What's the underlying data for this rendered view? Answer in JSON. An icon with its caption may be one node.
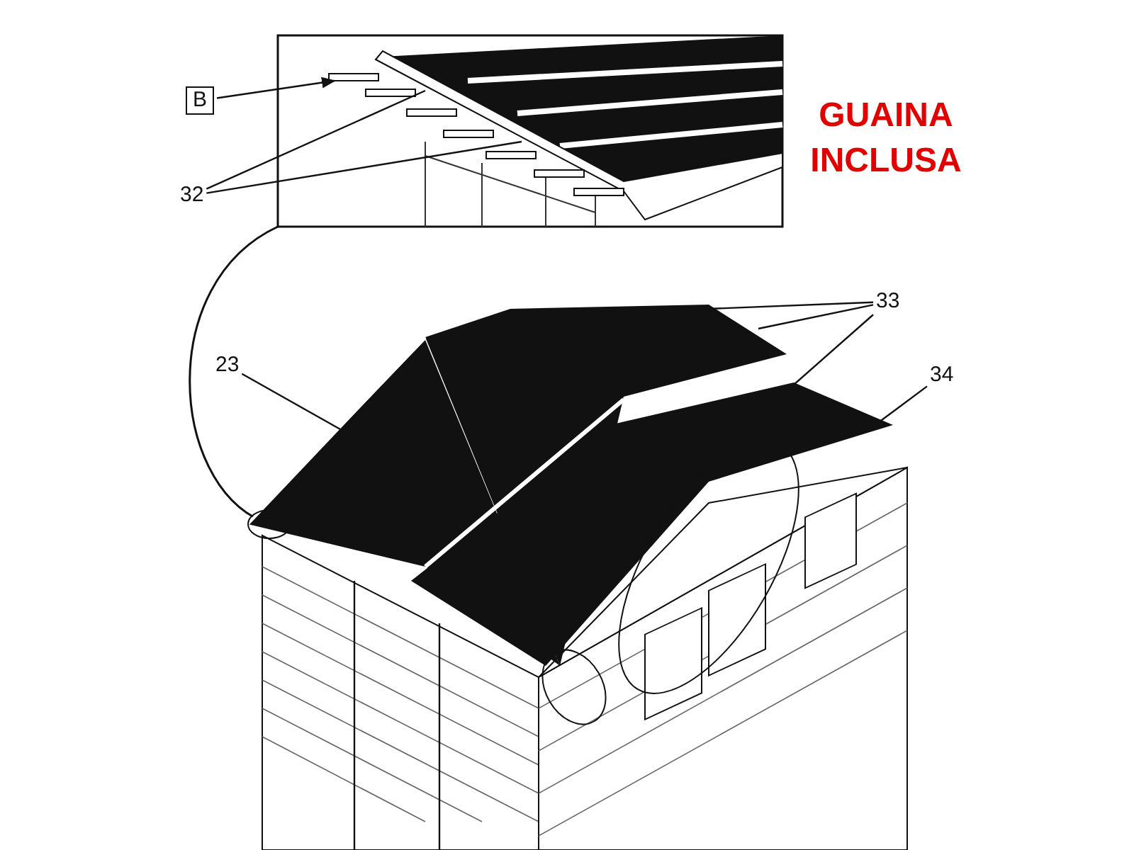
{
  "diagram": {
    "title": "GUAINA INCLUSA",
    "nodes": [
      {
        "text": [
          "B"
        ]
      },
      {
        "text": [
          "32"
        ]
      },
      {
        "text": [
          "33"
        ]
      },
      {
        "text": [
          "34"
        ]
      },
      {
        "text": [
          "23"
        ]
      }
    ],
    "edges": [
      {
        "from": 0,
        "to": null,
        "arrow": "to"
      },
      {
        "from": 1,
        "to": null,
        "arrow": "none"
      },
      {
        "from": 1,
        "to": null,
        "arrow": "none"
      },
      {
        "from": 2,
        "to": null,
        "arrow": "none"
      },
      {
        "from": 2,
        "to": null,
        "arrow": "none"
      },
      {
        "from": 2,
        "to": null,
        "arrow": "none"
      },
      {
        "from": 3,
        "to": null,
        "arrow": "none"
      },
      {
        "from": 4,
        "to": null,
        "arrow": "none"
      }
    ]
  }
}
